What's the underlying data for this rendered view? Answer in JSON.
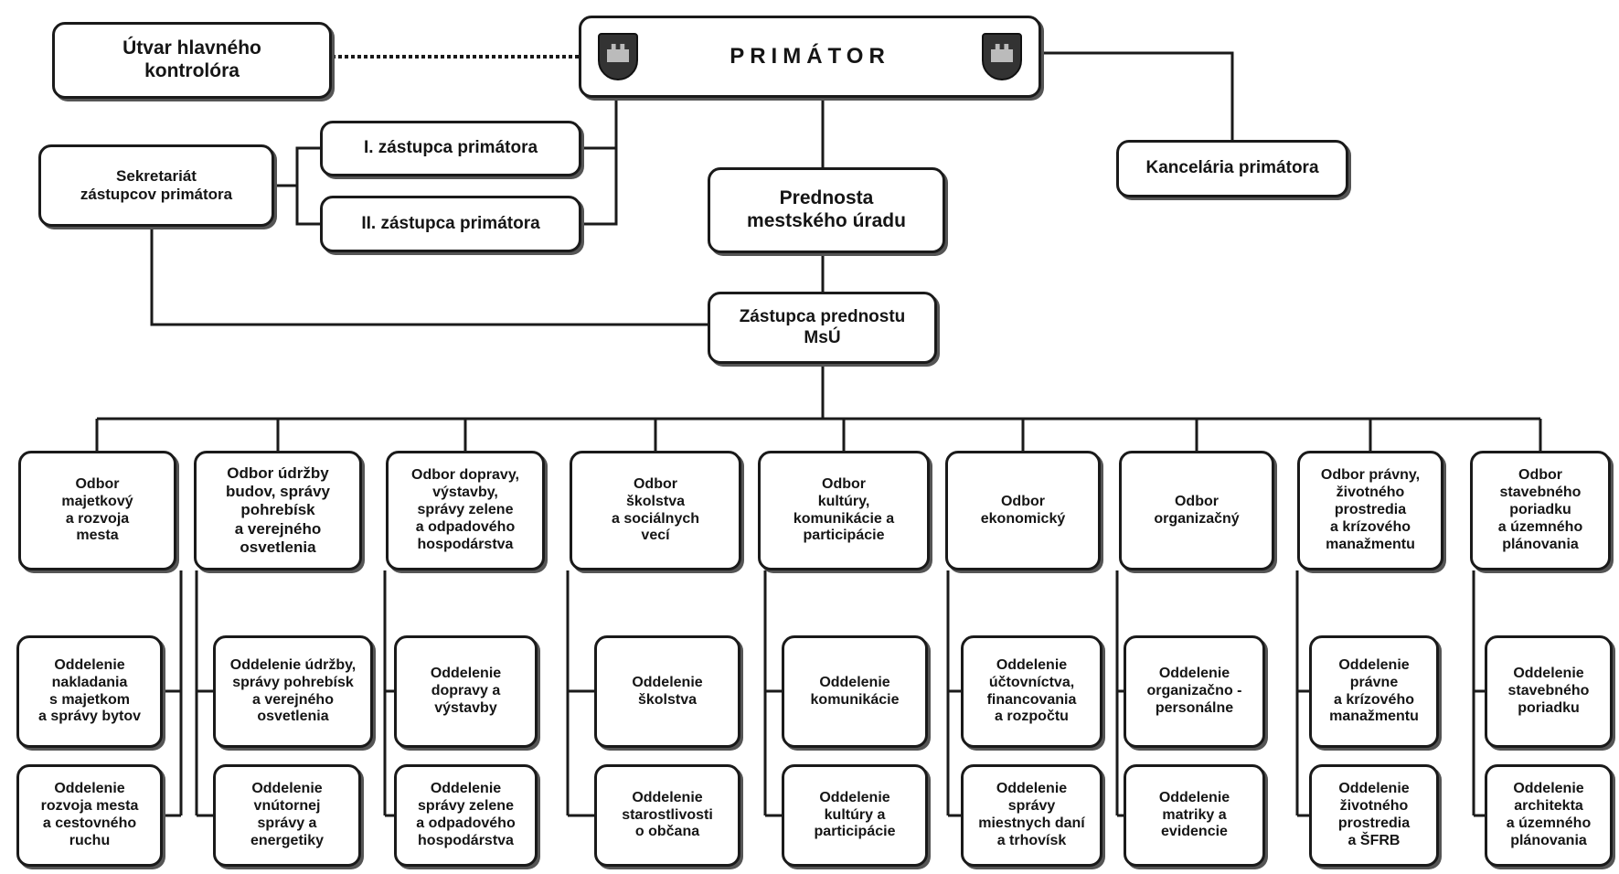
{
  "diagram": {
    "primator": {
      "label": "PRIMÁTOR",
      "crest_icon": "city-coat-of-arms-icon"
    },
    "hlavny_kontrolor": "Útvar hlavného\nkontrolóra",
    "kancelaria": "Kancelária primátora",
    "zastupca_1": "I. zástupca primátora",
    "zastupca_2": "II. zástupca primátora",
    "sekretariat": "Sekretariát\nzástupcov primátora",
    "prednosta": "Prednosta\nmestského úradu",
    "zastupca_prednostu": "Zástupca prednostu\nMsÚ",
    "odbory": [
      {
        "label": "Odbor\nmajetkový\na rozvoja\nmesta",
        "oddelenia": [
          "Oddelenie\nnakladania\ns majetkom\na správy bytov",
          "Oddelenie\nrozvoja mesta\na cestovného\nruchu"
        ]
      },
      {
        "label": "Odbor údržby\nbudov, správy\npohrebísk\na verejného\nosvetlenia",
        "oddelenia": [
          "Oddelenie údržby,\nsprávy pohrebísk\na verejného\nosvetlenia",
          "Oddelenie\nvnútornej\nsprávy a\nenergetiky"
        ]
      },
      {
        "label": "Odbor dopravy,\nvýstavby,\nsprávy zelene\na odpadového\nhospodárstva",
        "oddelenia": [
          "Oddelenie\ndopravy a\nvýstavby",
          "Oddelenie\nsprávy zelene\na odpadového\nhospodárstva"
        ]
      },
      {
        "label": "Odbor\nškolstva\na sociálnych\nvecí",
        "oddelenia": [
          "Oddelenie\nškolstva",
          "Oddelenie\nstarostlivosti\no občana"
        ]
      },
      {
        "label": "Odbor\nkultúry,\nkomunikácie a\nparticipácie",
        "oddelenia": [
          "Oddelenie\nkomunikácie",
          "Oddelenie\nkultúry a\nparticipácie"
        ]
      },
      {
        "label": "Odbor\nekonomický",
        "oddelenia": [
          "Oddelenie\núčtovníctva,\nfinancovania\na rozpočtu",
          "Oddelenie\nsprávy\nmiestnych daní\na trhovísk"
        ]
      },
      {
        "label": "Odbor\norganizačný",
        "oddelenia": [
          "Oddelenie\norganizačno -\npersonálne",
          "Oddelenie\nmatriky a\nevidencie"
        ]
      },
      {
        "label": "Odbor právny,\nživotného\nprostredia\na krízového\nmanažmentu",
        "oddelenia": [
          "Oddelenie\nprávne\na krízového\nmanažmentu",
          "Oddelenie\nživotného\nprostredia\na ŠFRB"
        ]
      },
      {
        "label": "Odbor\nstavebného\nporiadku\na územného\nplánovania",
        "oddelenia": [
          "Oddelenie\nstavebného\nporiadku",
          "Oddelenie\narchitekta\na územného\nplánovania"
        ]
      }
    ]
  }
}
